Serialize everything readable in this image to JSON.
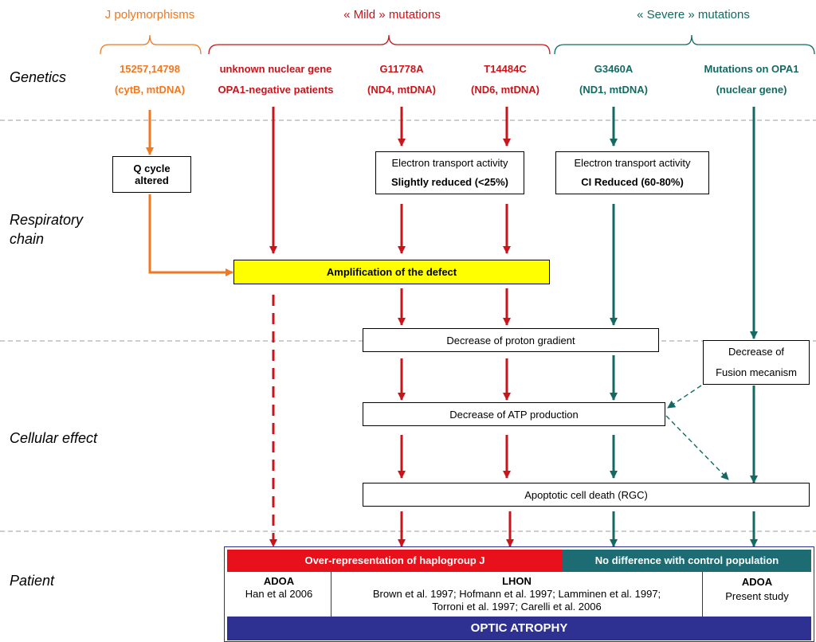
{
  "groups": {
    "j": "J polymorphisms",
    "mild": "« Mild » mutations",
    "severe": "« Severe » mutations"
  },
  "rows": {
    "genetics": "Genetics",
    "respiratory": "Respiratory chain",
    "cellular": "Cellular effect",
    "patient": "Patient"
  },
  "genes": [
    {
      "line1": "15257,14798",
      "line2": "(cytB, mtDNA)"
    },
    {
      "line1": "unknown nuclear gene",
      "line2": "OPA1-negative patients"
    },
    {
      "line1": "G11778A",
      "line2": "(ND4, mtDNA)"
    },
    {
      "line1": "T14484C",
      "line2": "(ND6, mtDNA)"
    },
    {
      "line1": "G3460A",
      "line2": "(ND1, mtDNA)"
    },
    {
      "line1": "Mutations on OPA1",
      "line2": "(nuclear gene)"
    }
  ],
  "boxes": {
    "qcycle": "Q cycle altered",
    "et_mild_title": "Electron transport activity",
    "et_mild_value": "Slightly reduced (<25%)",
    "et_severe_title": "Electron transport activity",
    "et_severe_value": "CI Reduced (60-80%)",
    "amplification": "Amplification of the defect",
    "proton": "Decrease of proton gradient",
    "fusion_line1": "Decrease of",
    "fusion_line2": "Fusion mecanism",
    "atp": "Decrease of ATP production",
    "apoptotic": "Apoptotic cell death (RGC)"
  },
  "patient": {
    "over_rep": "Over-representation of  haplogroup J",
    "no_diff": "No difference with control population",
    "adoa1_title": "ADOA",
    "adoa1_ref": "Han et al 2006",
    "lhon_title": "LHON",
    "lhon_ref1": "Brown et al. 1997; Hofmann et al. 1997; Lamminen et al. 1997;",
    "lhon_ref2": "Torroni et al. 1997; Carelli et al. 2006",
    "adoa2_title": "ADOA",
    "adoa2_ref": "Present study",
    "optic": "OPTIC ATROPHY"
  },
  "colors": {
    "orange": "#f07820",
    "red": "#c8151b",
    "teal": "#136a63",
    "yellow": "#ffff00",
    "navy": "#2e3192",
    "banner_red": "#e8101a",
    "banner_teal": "#1d6b73"
  }
}
